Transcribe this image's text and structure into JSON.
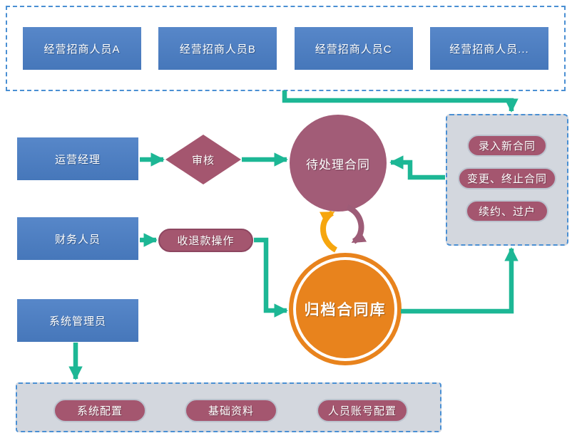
{
  "diagram": {
    "top_group": {
      "items": [
        {
          "label": "经营招商人员A"
        },
        {
          "label": "经营招商人员B"
        },
        {
          "label": "经营招商人员C"
        },
        {
          "label": "经营招商人员..."
        }
      ]
    },
    "roles": {
      "operations_manager": "运营经理",
      "finance_staff": "财务人员",
      "system_admin": "系统管理员"
    },
    "review": {
      "label": "审核"
    },
    "pending_contracts": {
      "label": "待处理合同"
    },
    "payment_refund": {
      "label": "收退款操作"
    },
    "archive_library": {
      "label": "归档合同库"
    },
    "contract_actions": {
      "items": [
        {
          "label": "录入新合同"
        },
        {
          "label": "变更、终止合同"
        },
        {
          "label": "续约、过户"
        }
      ]
    },
    "admin_actions": {
      "items": [
        {
          "label": "系统配置"
        },
        {
          "label": "基础资料"
        },
        {
          "label": "人员账号配置"
        }
      ]
    },
    "colors": {
      "node_blue": "#4a7ec1",
      "node_maroon": "#a4566f",
      "arrow_green": "#1db795",
      "archive_orange": "#e8831d",
      "panel_gray": "#d3d7de",
      "dash_blue": "#4a8fd3",
      "swap_orange": "#f6a60e",
      "swap_maroon": "#9d5c77"
    }
  }
}
